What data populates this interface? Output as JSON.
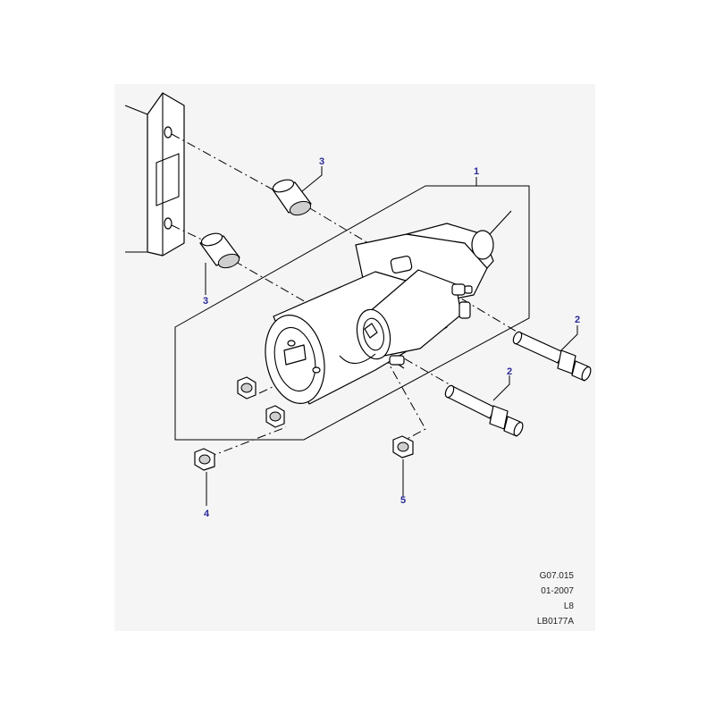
{
  "callouts": {
    "c1": "1",
    "c2a": "2",
    "c2b": "2",
    "c3a": "3",
    "c3b": "3",
    "c4": "4",
    "c5": "5"
  },
  "meta": {
    "code": "G07.015",
    "date": "01-2007",
    "model": "L8",
    "ref": "LB0177A"
  },
  "colors": {
    "callout": "#2a2a9a",
    "panel": "#f5f5f5"
  }
}
